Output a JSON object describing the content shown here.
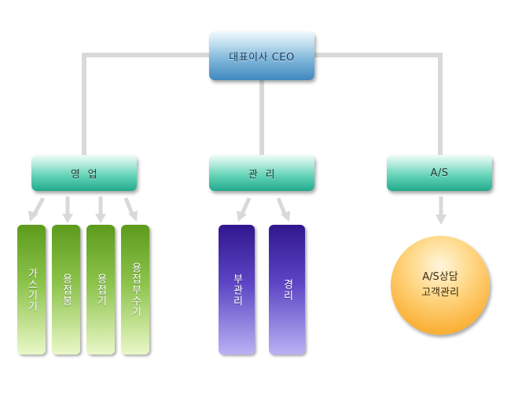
{
  "ceo": {
    "label": "대표이사 CEO"
  },
  "departments": [
    {
      "label": "영  업"
    },
    {
      "label": "관  리"
    },
    {
      "label": "A/S"
    }
  ],
  "sales_items": [
    {
      "label": "가스기기"
    },
    {
      "label": "용접봉"
    },
    {
      "label": "용접기"
    },
    {
      "label": "용접부수기"
    }
  ],
  "admin_items": [
    {
      "label": "부관리"
    },
    {
      "label": "경리"
    }
  ],
  "as_service": {
    "line1": "A/S상담",
    "line2": "고객관리"
  },
  "colors": {
    "connector": "#d9d9d9",
    "ceo": "#5a9ccc",
    "department": "#3fc4a4",
    "sales": "#7cb83a",
    "admin": "#4a33b0",
    "as_circle": "#fbb33c"
  }
}
